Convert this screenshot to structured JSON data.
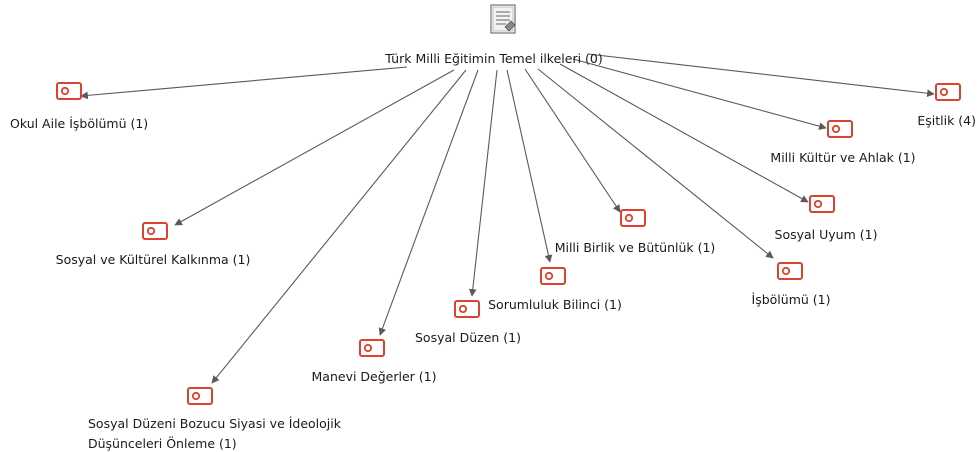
{
  "colors": {
    "code_icon": "#d9432f",
    "edge": "#5a5a5a",
    "text": "#1a1a1a"
  },
  "root": {
    "label": "Türk Milli Eğitimin Temel ilkeleri (0)",
    "icon": "document-icon"
  },
  "children": [
    {
      "label_lines": [
        "Okul Aile İşbölümü (1)"
      ],
      "icon": "code-icon"
    },
    {
      "label_lines": [
        "Eşitlik (4)"
      ],
      "icon": "code-icon"
    },
    {
      "label_lines": [
        "Milli Kültür ve Ahlak (1)"
      ],
      "icon": "code-icon"
    },
    {
      "label_lines": [
        "Sosyal Uyum (1)"
      ],
      "icon": "code-icon"
    },
    {
      "label_lines": [
        "Milli Birlik ve Bütünlük (1)"
      ],
      "icon": "code-icon"
    },
    {
      "label_lines": [
        "İşbölümü (1)"
      ],
      "icon": "code-icon"
    },
    {
      "label_lines": [
        "Sosyal ve Kültürel Kalkınma (1)"
      ],
      "icon": "code-icon"
    },
    {
      "label_lines": [
        "Sorumluluk Bilinci (1)"
      ],
      "icon": "code-icon"
    },
    {
      "label_lines": [
        "Sosyal Düzen (1)"
      ],
      "icon": "code-icon"
    },
    {
      "label_lines": [
        "Manevi Değerler (1)"
      ],
      "icon": "code-icon"
    },
    {
      "label_lines": [
        "Sosyal Düzeni Bozucu Siyasi ve İdeolojik",
        "Düşünceleri Önleme (1)"
      ],
      "icon": "code-icon"
    }
  ]
}
